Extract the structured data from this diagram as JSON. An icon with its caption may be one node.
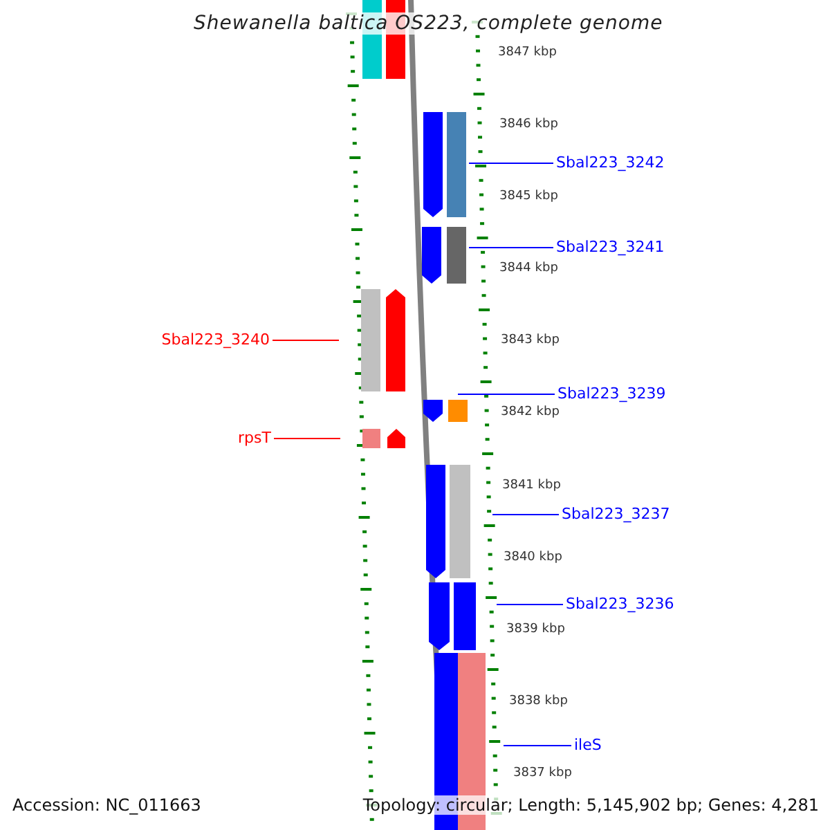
{
  "diagram": {
    "title": "Shewanella baltica OS223, complete genome",
    "nodes": [
      {
        "text": [
          "Sbal223_3242"
        ]
      },
      {
        "text": [
          "Sbal223_3241"
        ]
      },
      {
        "text": [
          "Sbal223_3240"
        ]
      },
      {
        "text": [
          "Sbal223_3239"
        ]
      },
      {
        "text": [
          "rpsT"
        ]
      },
      {
        "text": [
          "Sbal223_3237"
        ]
      },
      {
        "text": [
          "Sbal223_3236"
        ]
      },
      {
        "text": [
          "ileS"
        ]
      }
    ],
    "edges": [
      {
        "from": 0,
        "to": null,
        "arrow": "none"
      },
      {
        "from": 1,
        "to": null,
        "arrow": "none"
      },
      {
        "from": 2,
        "to": null,
        "arrow": "none",
        "color": "#ff0000"
      },
      {
        "from": 3,
        "to": null,
        "arrow": "none"
      },
      {
        "from": 4,
        "to": null,
        "arrow": "none",
        "color": "#ff0000"
      },
      {
        "from": 5,
        "to": null,
        "arrow": "none"
      },
      {
        "from": 6,
        "to": null,
        "arrow": "none"
      },
      {
        "from": 7,
        "to": null,
        "arrow": "none"
      }
    ],
    "labels": [
      "3847 kbp",
      "3846 kbp",
      "3845 kbp",
      "3844 kbp",
      "3843 kbp",
      "3842 kbp",
      "3841 kbp",
      "3840 kbp",
      "3839 kbp",
      "3838 kbp",
      "3837 kbp",
      "Accession: NC_011663",
      "Topology: circular; Length: 5,145,902 bp; Genes: 4,281"
    ]
  }
}
